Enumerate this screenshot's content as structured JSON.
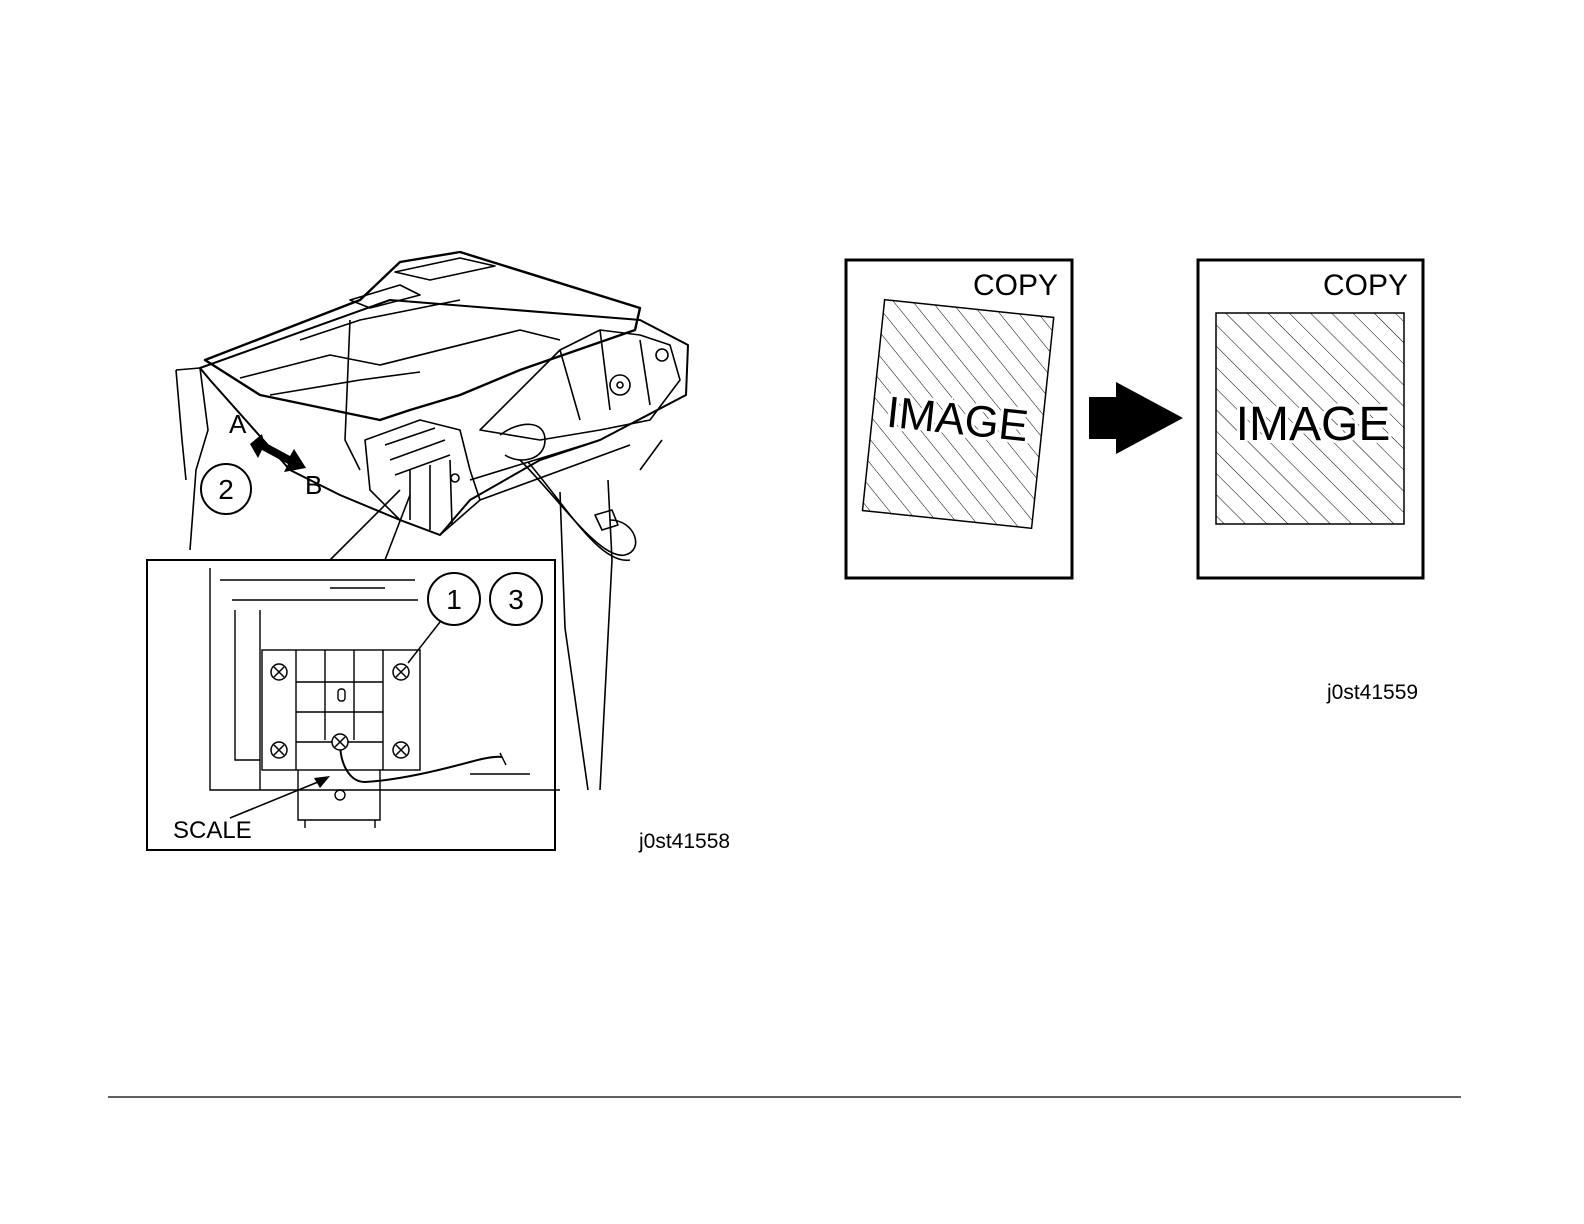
{
  "figure_left": {
    "callouts": {
      "screw": "1",
      "move": "2",
      "tighten": "3"
    },
    "direction_labels": {
      "a": "A",
      "b": "B"
    },
    "scale_label": "SCALE",
    "figure_id": "j0st41558"
  },
  "figure_right": {
    "before_page": {
      "header": "COPY",
      "image_text": "IMAGE"
    },
    "after_page": {
      "header": "COPY",
      "image_text": "IMAGE"
    },
    "figure_id": "j0st41559"
  },
  "colors": {
    "ink": "#000000",
    "paper": "#ffffff"
  }
}
